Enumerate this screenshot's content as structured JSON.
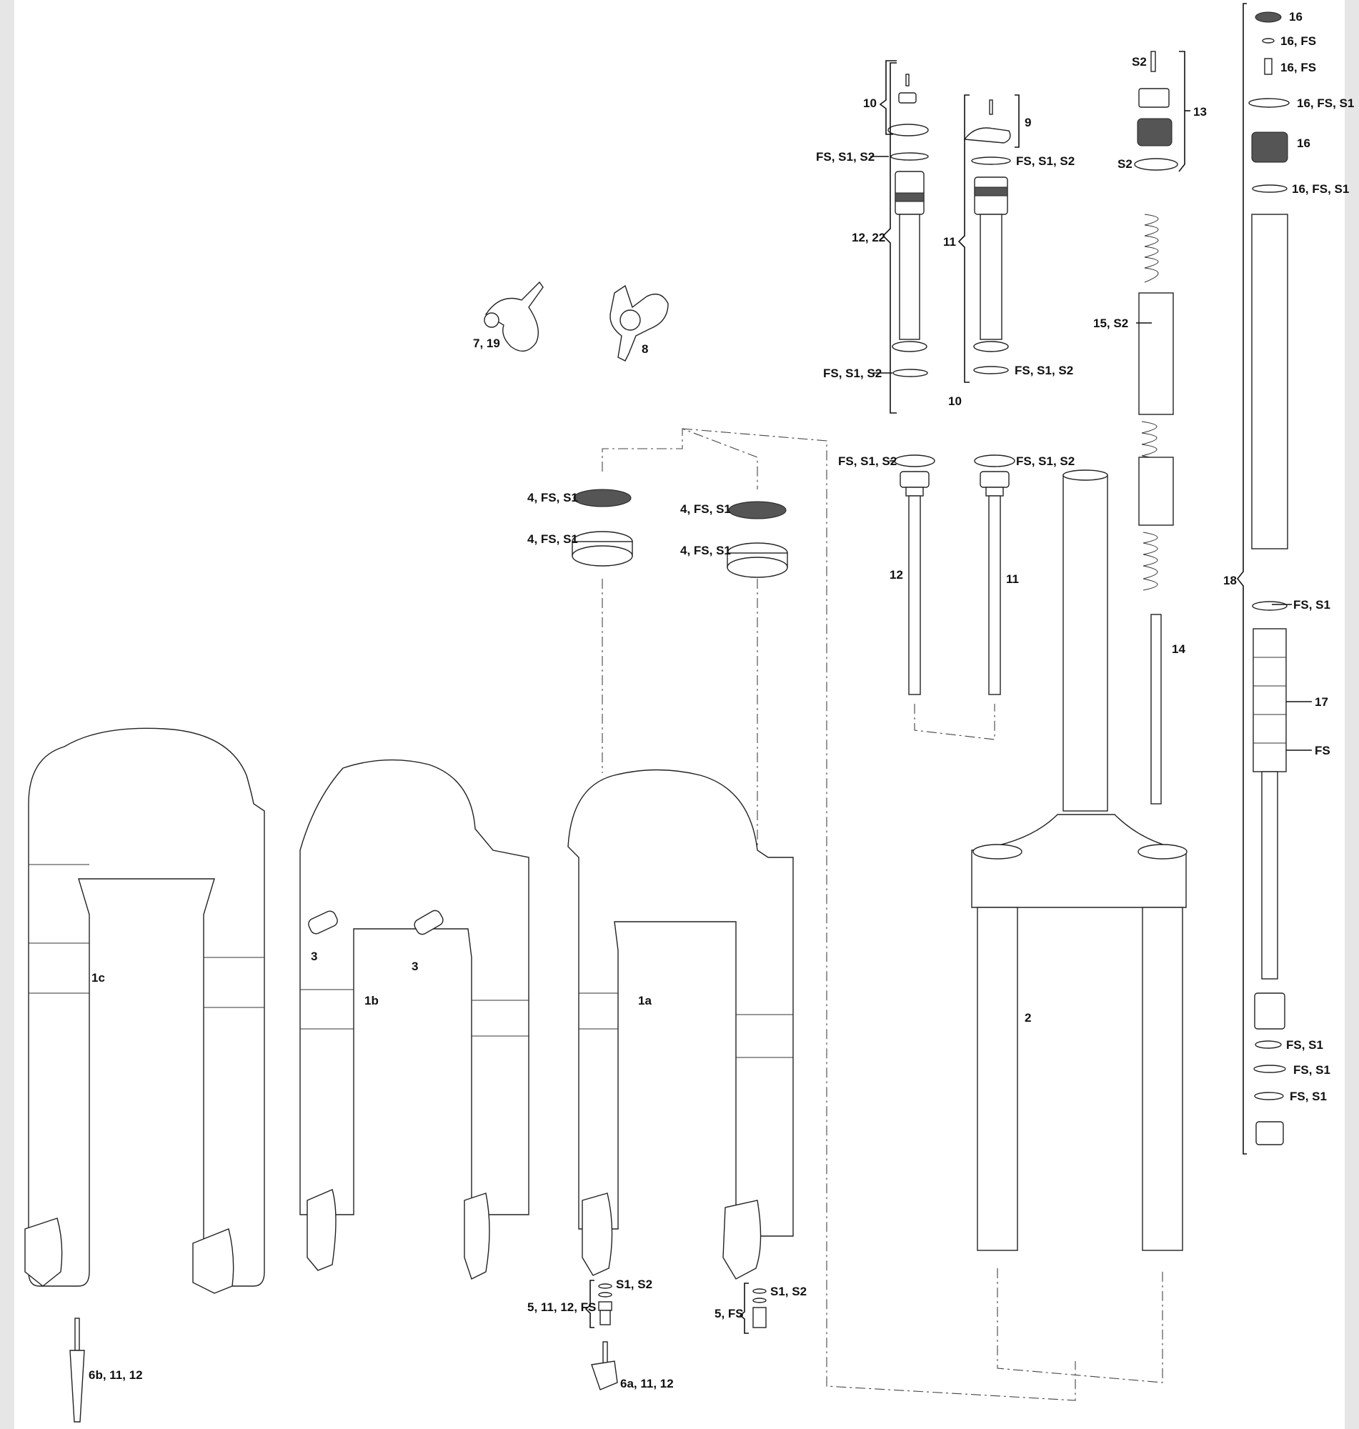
{
  "labels": {
    "l16_top": "16",
    "l16fs_1": "16, FS",
    "l16fs_2": "16, FS",
    "l16fss1_1": "16, FS, S1",
    "l16_mid": "16",
    "l16fss1_2": "16, FS, S1",
    "l18": "18",
    "lfss1_upper": "FS, S1",
    "l17": "17",
    "lfs_single": "FS",
    "lfss1_a": "FS, S1",
    "lfss1_b": "FS, S1",
    "lfss1_c": "FS, S1",
    "ls2_top": "S2",
    "l13": "13",
    "ls2_ring": "S2",
    "l15s2": "15, S2",
    "l14": "14",
    "l10_top": "10",
    "lfss1s2_a": "FS, S1, S2",
    "l1222": "12, 22",
    "lfss1s2_b": "FS, S1, S2",
    "l10_bottom": "10",
    "l9": "9",
    "lfss1s2_c": "FS, S1, S2",
    "l11_brace": "11",
    "lfss1s2_d": "FS, S1, S2",
    "lfss1s2_e": "FS, S1, S2",
    "lfss1s2_f": "FS, S1, S2",
    "l12_shaft": "12",
    "l11_shaft": "11",
    "l719": "7, 19",
    "l8": "8",
    "l4fss1_a": "4, FS, S1",
    "l4fss1_b": "4, FS, S1",
    "l4fss1_c": "4, FS, S1",
    "l4fss1_d": "4, FS, S1",
    "l1c": "1c",
    "l1b": "1b",
    "l1a": "1a",
    "l3_left": "3",
    "l3_right": "3",
    "l2": "2",
    "ls1s2_a": "S1, S2",
    "l51112fs": "5, 11, 12, FS",
    "ls1s2_b": "S1, S2",
    "l5fs": "5, FS",
    "l6b": "6b, 11, 12",
    "l6a": "6a, 11, 12"
  }
}
